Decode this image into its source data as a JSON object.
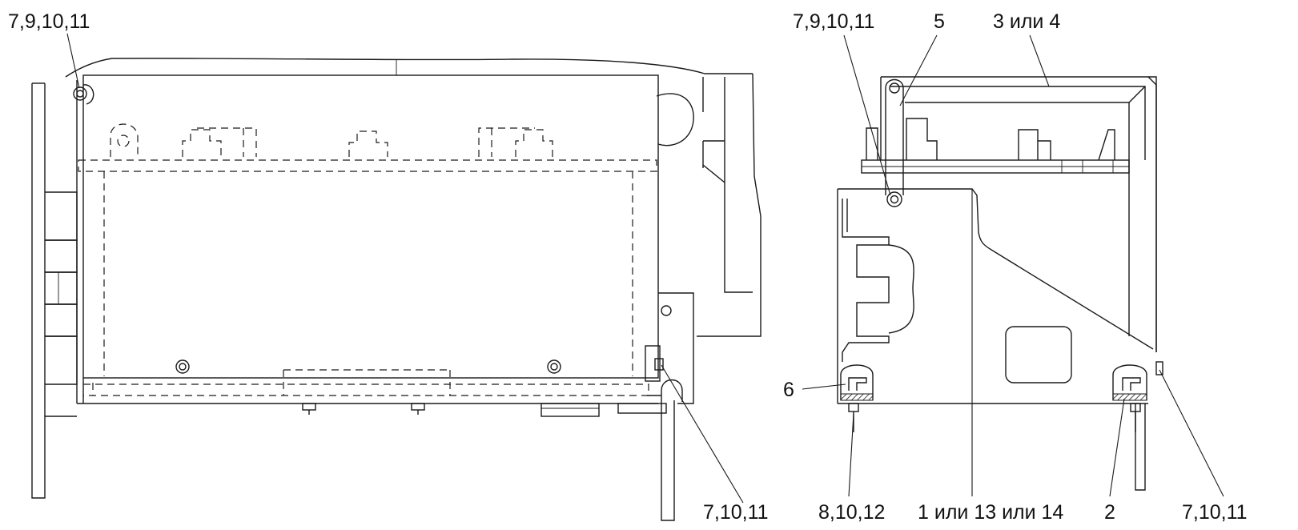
{
  "callouts": {
    "left_top": "7,9,10,11",
    "left_bottom": "7,10,11",
    "right_top_a": "7,9,10,11",
    "right_top_b": "5",
    "right_top_c": "3 или 4",
    "right_mid": "6",
    "right_bottom_a": "8,10,12",
    "right_bottom_b": "1 или 13 или 14",
    "right_bottom_c": "2",
    "right_bottom_d": "7,10,11"
  },
  "colors": {
    "ink": "#1a1a1a",
    "background": "#ffffff"
  }
}
